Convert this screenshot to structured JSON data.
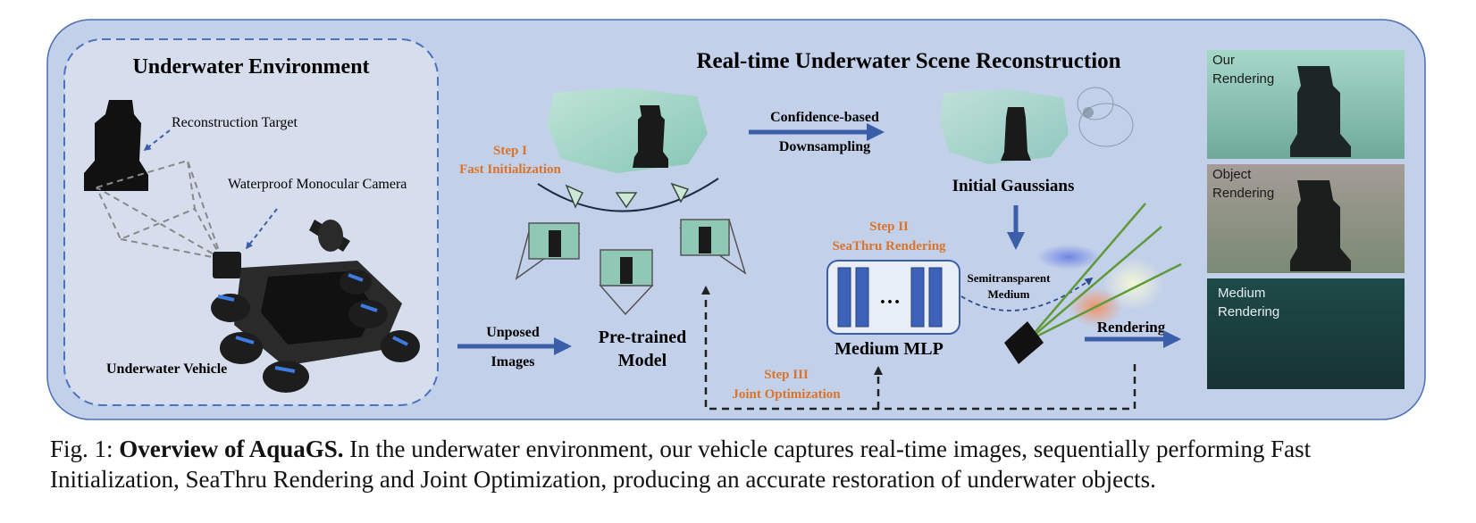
{
  "env_panel": {
    "title": "Underwater Environment",
    "target_label": "Reconstruction Target",
    "camera_label": "Waterproof Monocular Camera",
    "vehicle_label": "Underwater Vehicle"
  },
  "main_title": "Real-time Underwater Scene Reconstruction",
  "step1": {
    "line1": "Step I",
    "line2": "Fast Initialization"
  },
  "step2": {
    "line1": "Step II",
    "line2": "SeaThru Rendering"
  },
  "step3": {
    "line1": "Step III",
    "line2": "Joint Optimization"
  },
  "downsample": {
    "line1": "Confidence-based",
    "line2": "Downsampling"
  },
  "initial_gaussians": "Initial Gaussians",
  "unposed": {
    "line1": "Unposed",
    "line2": "Images"
  },
  "pretrained": {
    "line1": "Pre-trained",
    "line2": "Model"
  },
  "mlp": {
    "label": "Medium MLP",
    "dots": "…"
  },
  "semitransparent": {
    "line1": "Semitransparent",
    "line2": "Medium"
  },
  "rendering": "Rendering",
  "outputs": {
    "ours": {
      "line1": "Our",
      "line2": "Rendering"
    },
    "object": {
      "line1": "Object",
      "line2": "Rendering"
    },
    "medium": {
      "line1": "Medium",
      "line2": "Rendering"
    }
  },
  "caption": {
    "prefix": "Fig. 1: ",
    "bold": "Overview of AquaGS.",
    "body": " In the underwater environment, our vehicle captures real-time images, sequentially performing Fast Initialization, SeaThru Rendering and Joint Optimization, producing an accurate restoration of underwater objects."
  },
  "colors": {
    "panel_bg": "#c3d0ea",
    "env_bg": "#d6deee",
    "step_orange": "#d9742a",
    "arrow_blue": "#3a5fa8"
  }
}
